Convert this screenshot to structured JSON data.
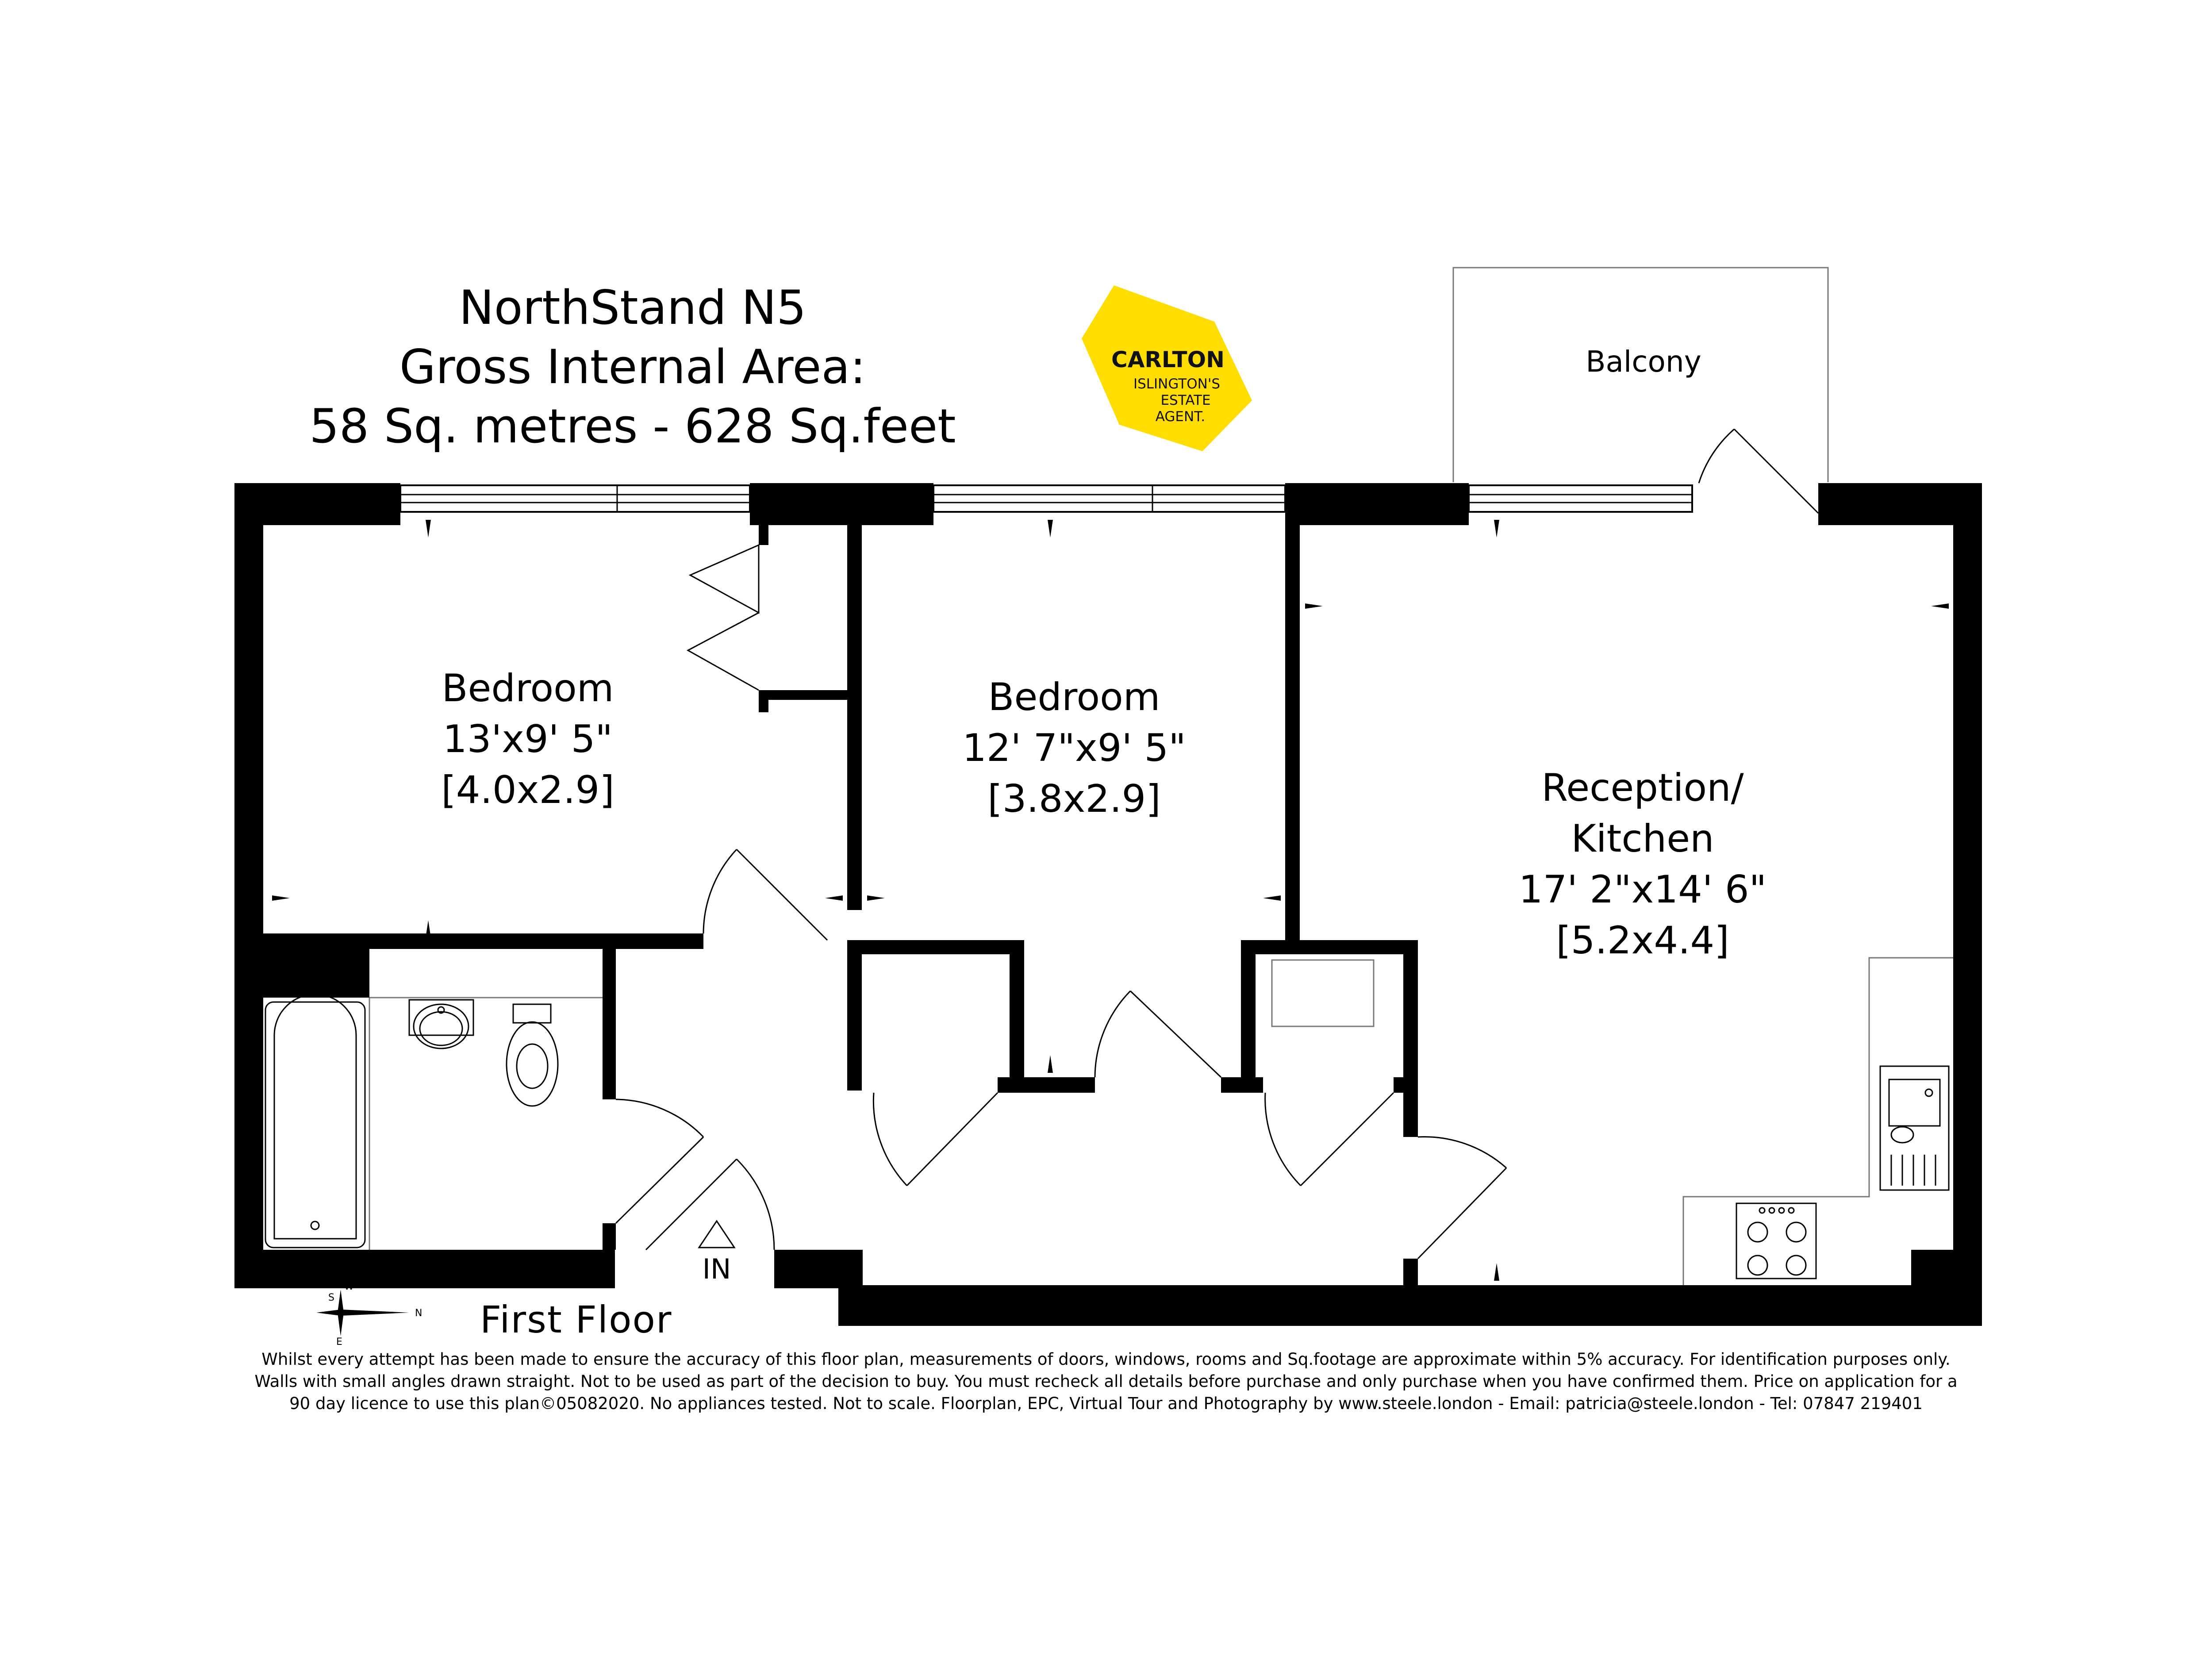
{
  "header": {
    "title": "NorthStand N5",
    "area_label": "Gross Internal Area:",
    "area_value": "58 Sq. metres - 628 Sq.feet"
  },
  "logo": {
    "name": "CARLTON",
    "tagline_1": "ISLINGTON'S",
    "tagline_2": "ESTATE",
    "tagline_3": "AGENT.",
    "color": "#FFDD00"
  },
  "rooms": {
    "bedroom_1": {
      "name": "Bedroom",
      "imperial": "13'x9' 5\"",
      "metric": "[4.0x2.9]"
    },
    "bedroom_2": {
      "name": "Bedroom",
      "imperial": "12' 7\"x9' 5\"",
      "metric": "[3.8x2.9]"
    },
    "reception": {
      "name_1": "Reception/",
      "name_2": "Kitchen",
      "imperial": "17' 2\"x14' 6\"",
      "metric": "[5.2x4.4]"
    },
    "balcony": {
      "name": "Balcony"
    }
  },
  "entrance": {
    "label": "IN"
  },
  "floor": {
    "label": "First Floor"
  },
  "compass": {
    "n": "N",
    "s": "S",
    "e": "E",
    "w": "W"
  },
  "disclaimer": {
    "line_1": "Whilst every attempt has been made to ensure the accuracy of this floor plan, measurements of doors, windows, rooms and Sq.footage are approximate within 5% accuracy. For identification purposes only.",
    "line_2": "Walls with small angles drawn straight. Not to be used as part of the decision to buy. You must recheck all details before purchase and only purchase when you have confirmed them. Price on application for a",
    "line_3": "90 day licence to use this plan©05082020. No appliances tested.  Not to scale.   Floorplan, EPC, Virtual Tour and Photography by  www.steele.london - Email: patricia@steele.london - Tel: 07847 219401"
  }
}
